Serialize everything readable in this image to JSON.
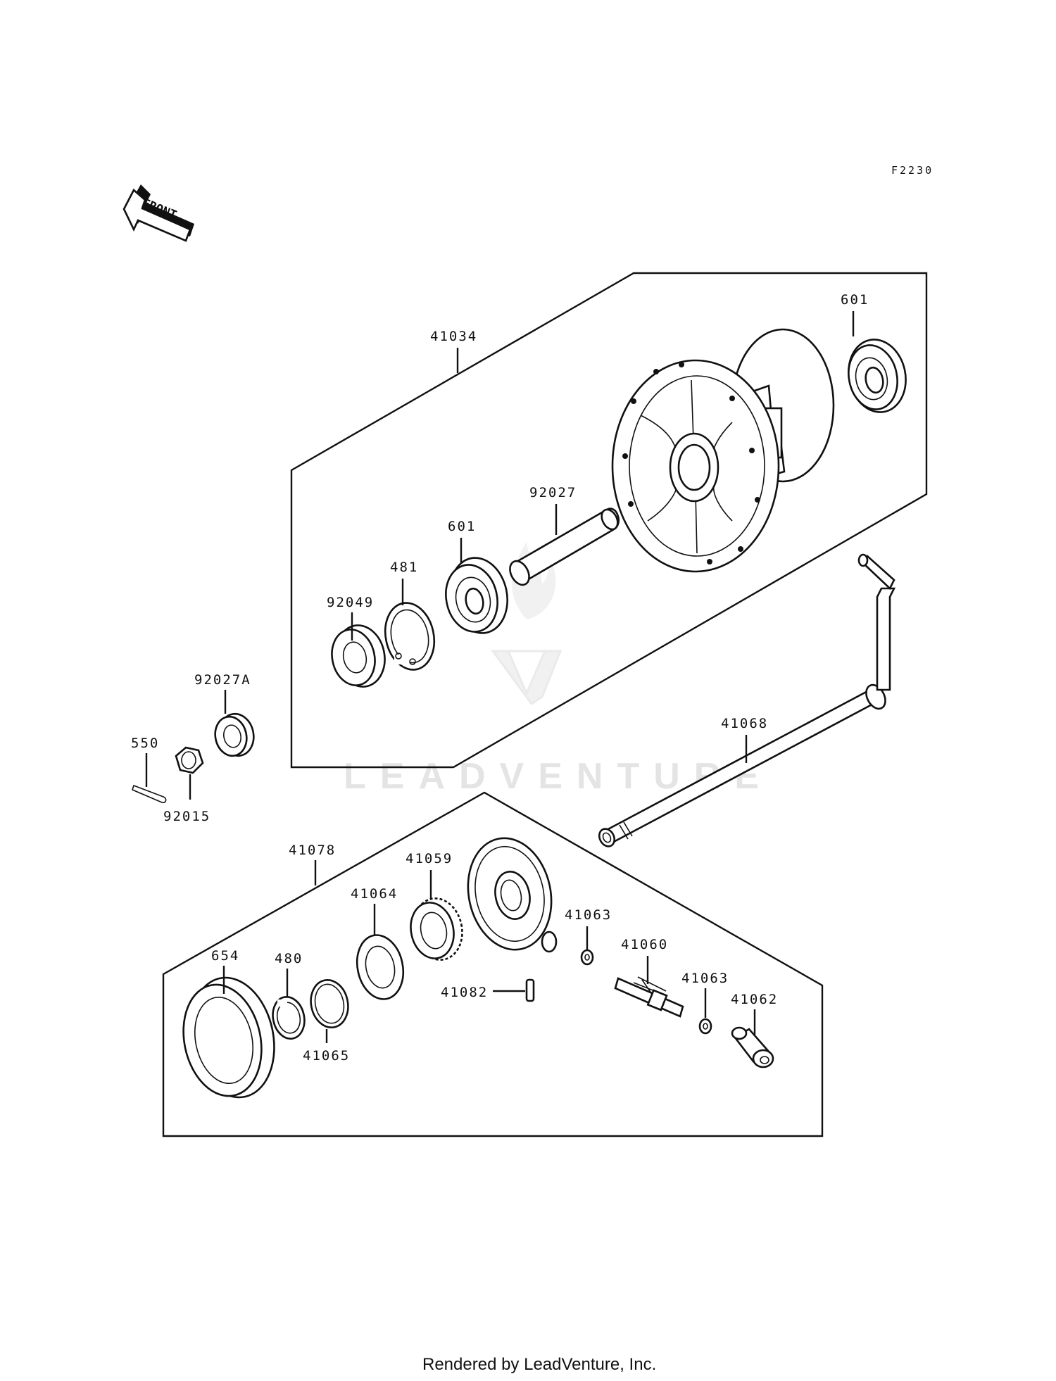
{
  "diagram_ref": "F2230",
  "front_badge": "FRONT",
  "watermark": "LEADVENTURE",
  "footer": "Rendered by LeadVenture, Inc.",
  "callouts": {
    "hub_assy": "41034",
    "bearing_right": "601",
    "spacer": "92027",
    "bearing_left": "601",
    "circlip": "481",
    "seal": "92049",
    "collar": "92027A",
    "cotter_pin": "550",
    "nut": "92015",
    "axle": "41068",
    "panel_assy": "41078",
    "gear": "41059",
    "plate": "41064",
    "washer_a": "41063",
    "pinion": "41060",
    "washer_b": "41063",
    "pin": "41082",
    "fitting": "41062",
    "seal_large": "654",
    "snap_ring": "480",
    "ring": "41065"
  }
}
